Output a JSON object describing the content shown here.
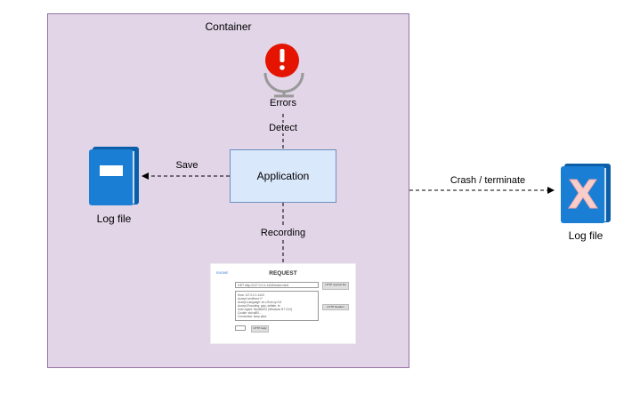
{
  "container": {
    "label": "Container"
  },
  "errors": {
    "label": "Errors",
    "icon": "error-exclamation-icon",
    "color": "#e51400"
  },
  "application": {
    "label": "Application"
  },
  "edges": {
    "detect": "Detect",
    "save": "Save",
    "recording": "Recording",
    "crash": "Crash / terminate"
  },
  "log_inner": {
    "label": "Log file",
    "icon": "log-book-icon",
    "color": "#1a7fd4"
  },
  "log_outer": {
    "label": "Log file",
    "icon": "log-book-error-icon",
    "color": "#1a7fd4"
  },
  "request": {
    "title": "REQUEST",
    "logo": "ENGINE",
    "url": "GET http://127.0.0.1:1443/index.html",
    "url_button": "HTTP request file",
    "body_lines": [
      "Host: 127.0.0.1:1443",
      "Accept: text/html,*/*",
      "Accept-Language: en-US,en;q=0.5",
      "Accept-Encoding: gzip, deflate, br",
      "User-Agent: Mozilla/5.0 (Windows NT 10.0)",
      "Cookie: sid=a8f3...",
      "Connection: keep-alive"
    ],
    "body_button": "HTTP headers",
    "send_button": "HTTP body"
  }
}
